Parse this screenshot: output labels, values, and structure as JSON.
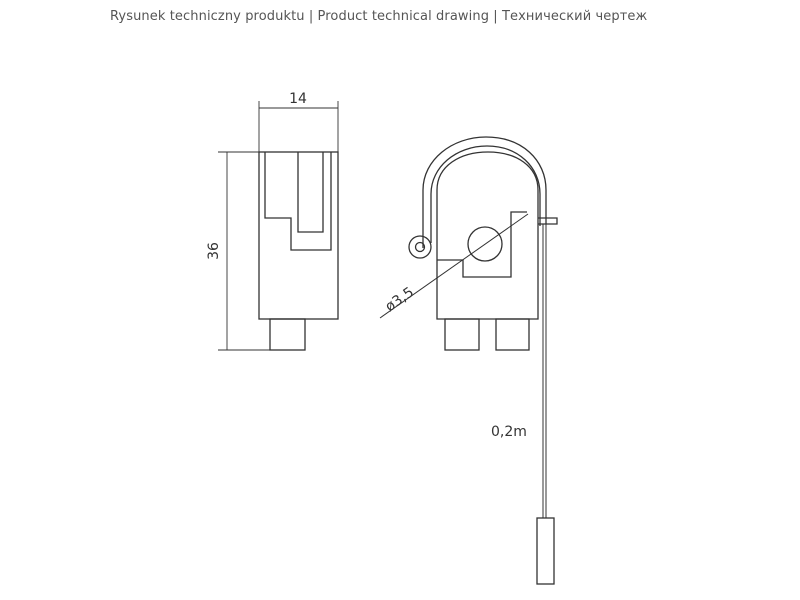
{
  "header": {
    "title": "Rysunek techniczny produktu | Product technical drawing | Технический чертеж"
  },
  "dimensions": {
    "width_label": "14",
    "height_label": "36",
    "diameter_label": "ø3,5",
    "cord_length_label": "0,2m"
  },
  "colors": {
    "line": "#333333",
    "text": "#555555"
  }
}
